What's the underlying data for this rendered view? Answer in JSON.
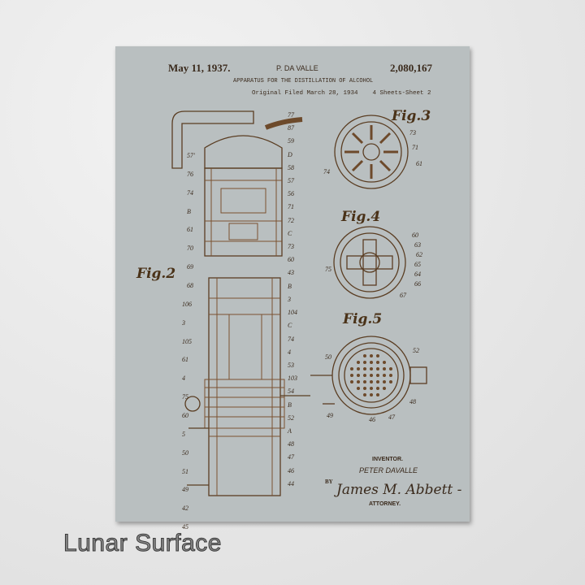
{
  "patent": {
    "date": "May 11, 1937.",
    "inventor_header": "P. DA VALLE",
    "number": "2,080,167",
    "title": "APPARATUS FOR THE DISTILLATION OF ALCOHOL",
    "filed": "Original Filed March 28, 1934    4 Sheets-Sheet 2",
    "inventor_label": "INVENTOR.",
    "inventor_name": "PETER DAVALLE",
    "by": "BY",
    "signature": "James M. Abbett -",
    "attorney": "ATTORNEY."
  },
  "figures": [
    "Fig.2",
    "Fig.3",
    "Fig.4",
    "Fig.5"
  ],
  "refs": {
    "left": [
      "57'",
      "76",
      "74",
      "B",
      "61",
      "70",
      "69",
      "68",
      "106",
      "3",
      "105",
      "61",
      "4",
      "75",
      "60",
      "5",
      "50",
      "51",
      "49",
      "42",
      "45"
    ],
    "right": [
      "77",
      "87",
      "59",
      "D",
      "58",
      "57",
      "56",
      "71",
      "72",
      "C",
      "73",
      "60",
      "43",
      "B",
      "3",
      "104",
      "C",
      "74",
      "4",
      "53",
      "103",
      "54",
      "B",
      "52",
      "A",
      "48",
      "47",
      "46",
      "44"
    ],
    "fig3": [
      "73",
      "71",
      "61",
      "74"
    ],
    "fig4": [
      "60",
      "63",
      "62",
      "65",
      "64",
      "66",
      "67",
      "75"
    ],
    "fig5": [
      "52",
      "50",
      "49",
      "46",
      "47",
      "48"
    ]
  },
  "caption": "Lunar Surface",
  "colors": {
    "poster": "#b9bfc0",
    "ink": "#3a2a1c",
    "copper": "#9a6a3a"
  }
}
